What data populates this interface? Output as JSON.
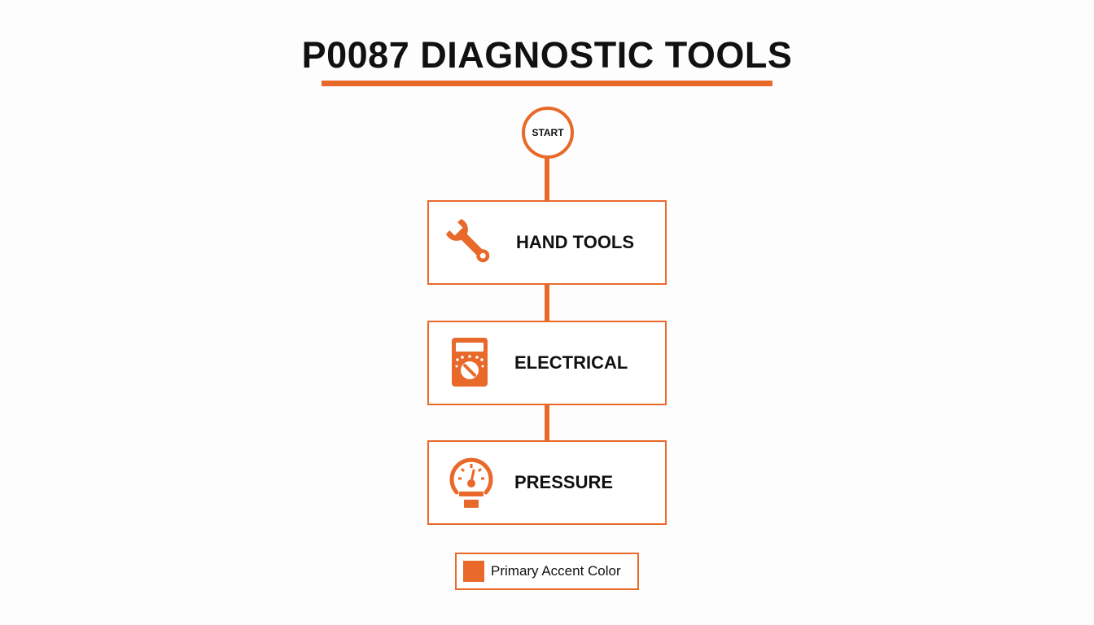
{
  "title": "P0087 DIAGNOSTIC TOOLS",
  "start": {
    "label": "START"
  },
  "steps": [
    {
      "label": "HAND TOOLS",
      "icon": "wrench-icon"
    },
    {
      "label": "ELECTRICAL",
      "icon": "multimeter-icon"
    },
    {
      "label": "PRESSURE",
      "icon": "pressure-gauge-icon"
    }
  ],
  "legend": {
    "label": "Primary Accent Color",
    "color": "#e8692a"
  },
  "colors": {
    "accent": "#e8692a",
    "text": "#111111",
    "background": "#fdfdfd"
  }
}
